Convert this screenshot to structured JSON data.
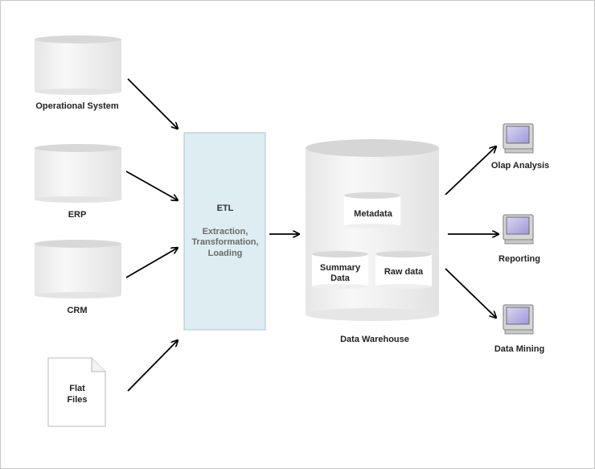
{
  "sources": {
    "operational": "Operational System",
    "erp": "ERP",
    "crm": "CRM",
    "flat_files": [
      "Flat",
      "Files"
    ]
  },
  "etl": {
    "title": "ETL",
    "lines": [
      "Extraction,",
      "Transformation,",
      "Loading"
    ]
  },
  "warehouse": {
    "label": "Data Warehouse",
    "metadata": "Metadata",
    "summary": [
      "Summary",
      "Data"
    ],
    "raw": "Raw data"
  },
  "outputs": {
    "olap": "Olap Analysis",
    "reporting": "Reporting",
    "mining": "Data Mining"
  },
  "colors": {
    "etl_fill": "#deedf1",
    "etl_border": "#a9c7cf",
    "cylinder_body": "#f1f1f1",
    "cylinder_top": "#dcdcdc",
    "arrow": "#000000"
  }
}
